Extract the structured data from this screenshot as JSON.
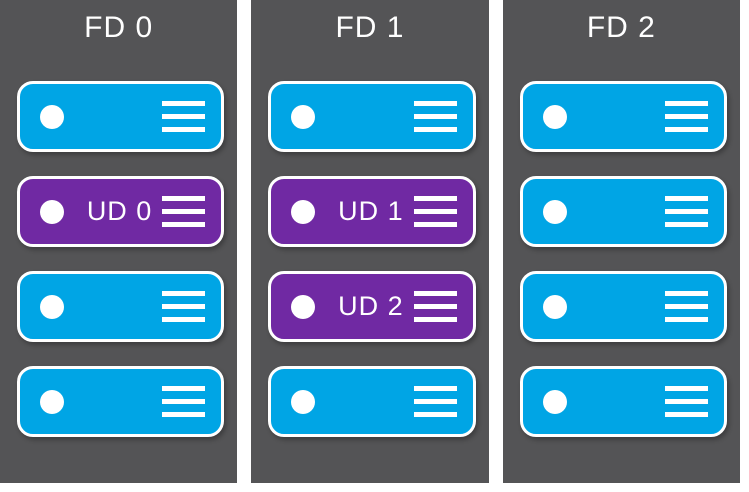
{
  "diagram": {
    "colors": {
      "canvas_bg": "#ffffff",
      "column_bg": "#545456",
      "vm_blue": "#00a5e5",
      "vm_purple": "#7029a3",
      "outline_white": "#ffffff",
      "label_color": "#ffffff"
    },
    "fault_domains": [
      {
        "label": "FD 0",
        "servers": [
          {
            "kind": "vm",
            "label": ""
          },
          {
            "kind": "update-domain",
            "label": "UD 0"
          },
          {
            "kind": "vm",
            "label": ""
          },
          {
            "kind": "vm",
            "label": ""
          }
        ]
      },
      {
        "label": "FD 1",
        "servers": [
          {
            "kind": "vm",
            "label": ""
          },
          {
            "kind": "update-domain",
            "label": "UD 1"
          },
          {
            "kind": "update-domain",
            "label": "UD 2"
          },
          {
            "kind": "vm",
            "label": ""
          }
        ]
      },
      {
        "label": "FD 2",
        "servers": [
          {
            "kind": "vm",
            "label": ""
          },
          {
            "kind": "vm",
            "label": ""
          },
          {
            "kind": "vm",
            "label": ""
          },
          {
            "kind": "vm",
            "label": ""
          }
        ]
      }
    ]
  }
}
